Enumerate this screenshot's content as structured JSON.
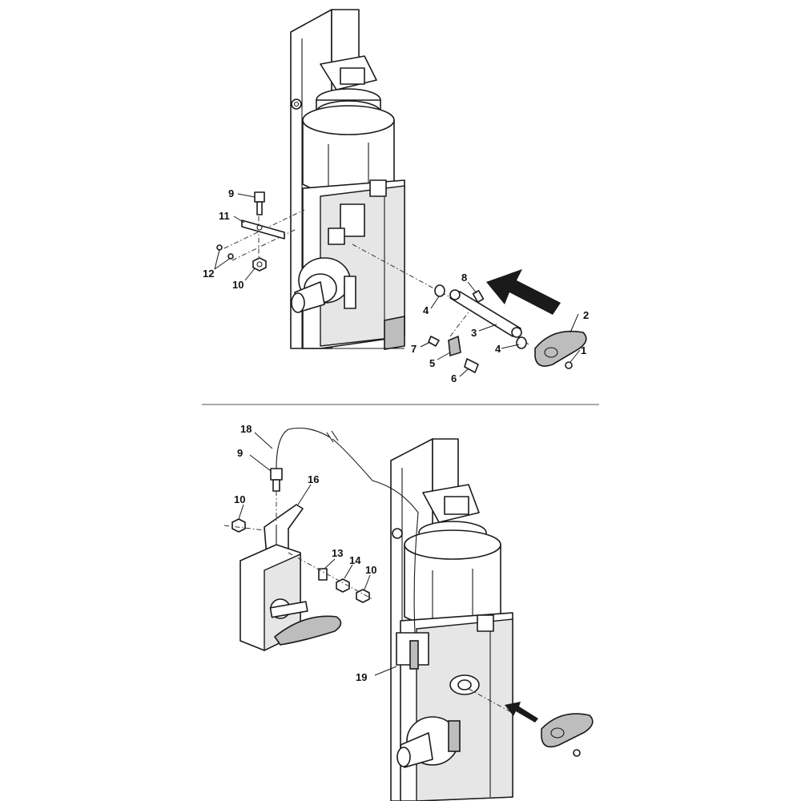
{
  "callouts_top": [
    "1",
    "2",
    "3",
    "4",
    "4",
    "5",
    "6",
    "7",
    "8",
    "9",
    "10",
    "11",
    "12"
  ],
  "callouts_bottom": [
    "9",
    "10",
    "10",
    "13",
    "14",
    "16",
    "18",
    "19"
  ],
  "colors": {
    "line": "#1a1a1a",
    "shade": "#bdbdbd",
    "background": "#ffffff"
  },
  "icons": [
    "insertion-arrow-icon",
    "crank-handle-icon",
    "hex-nut-icon",
    "screw-icon"
  ]
}
